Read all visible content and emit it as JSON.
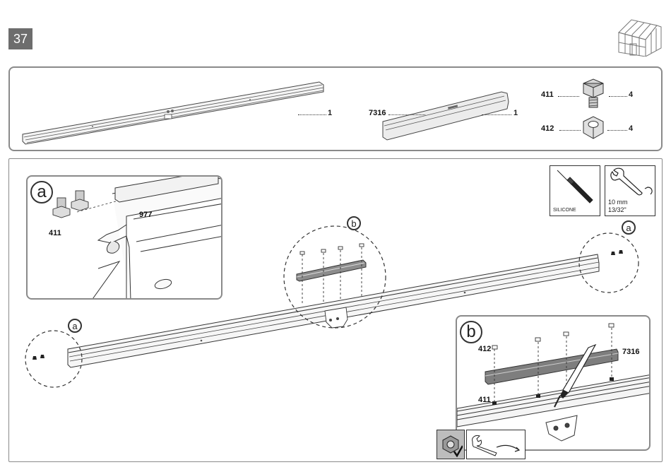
{
  "step": {
    "number": "37"
  },
  "parts": {
    "rail_qty": "1",
    "profile_id": "7316",
    "profile_qty": "1",
    "bolt_id": "411",
    "bolt_qty": "4",
    "nut_id": "412",
    "nut_qty": "4"
  },
  "tools": {
    "silicone_label": "SILICONE",
    "wrench_size_mm": "10 mm",
    "wrench_size_in": "13/32\""
  },
  "detail_a": {
    "letter": "a",
    "profile_id": "977",
    "bolt_id": "411"
  },
  "detail_b": {
    "letter": "b",
    "nut_id": "412",
    "bolt_id": "411",
    "profile_id": "7316"
  },
  "callouts": {
    "a_right": "a",
    "a_left": "a",
    "b_center": "b"
  }
}
